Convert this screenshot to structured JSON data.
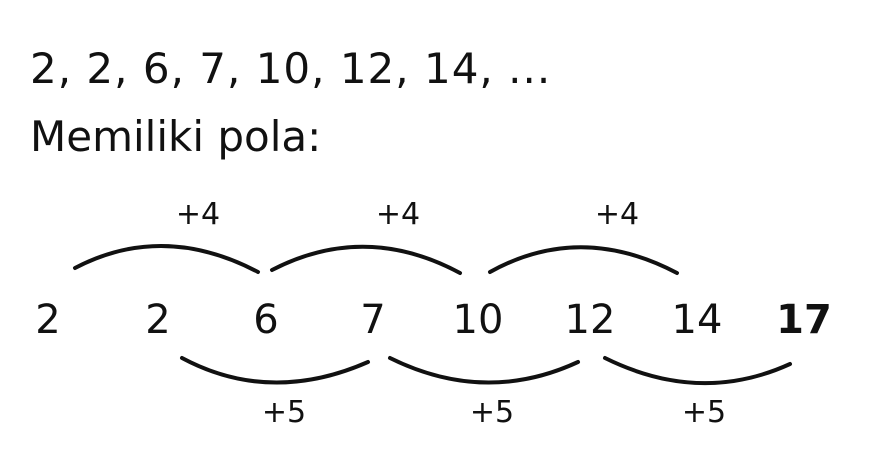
{
  "sequence_text": "2, 2, 6, 7, 10, 12, 14, ...",
  "pattern_label": "Memiliki pola:",
  "numbers": [
    "2",
    "2",
    "6",
    "7",
    "10",
    "12",
    "14",
    "17"
  ],
  "top_steps": [
    "+4",
    "+4",
    "+4"
  ],
  "bottom_steps": [
    "+5",
    "+5",
    "+5"
  ]
}
